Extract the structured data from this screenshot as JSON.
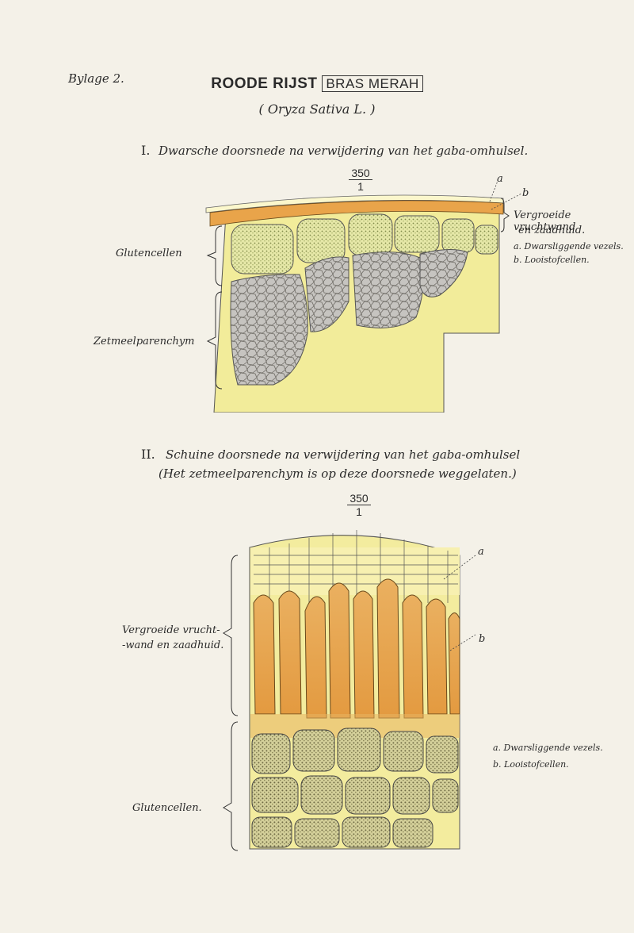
{
  "header": {
    "appendix": "Bylage 2.",
    "title_main": "ROODE RIJST",
    "title_box": "BRAS MERAH",
    "subtitle": "( Oryza Sativa L. )"
  },
  "figure1": {
    "numeral": "I.",
    "heading": "Dwarsche doorsnede na verwijdering van het gaba-omhulsel.",
    "scale_num": "350",
    "scale_den": "1",
    "label_glutencellen": "Glutencellen",
    "label_zetmeel": "Zetmeelparenchym",
    "pointer_a": "a",
    "pointer_b": "b",
    "legend_title_1": "Vergroeide vruchtwand",
    "legend_title_2": "en zaadhuid.",
    "legend_a": "a. Dwarsliggende vezels.",
    "legend_b": "b. Looistofcellen."
  },
  "figure2": {
    "numeral": "II.",
    "heading": "Schuine doorsnede na verwijdering van het gaba-omhulsel",
    "note": "(Het zetmeelparenchym is op deze doorsnede weggelaten.)",
    "scale_num": "350",
    "scale_den": "1",
    "label_vergroeide_1": "Vergroeide vrucht-",
    "label_vergroeide_2": "-wand en zaadhuid.",
    "label_glutencellen": "Glutencellen.",
    "pointer_a": "a",
    "pointer_b": "b",
    "legend_a": "a.  Dwarsliggende vezels.",
    "legend_b": "b.  Looistofcellen."
  }
}
